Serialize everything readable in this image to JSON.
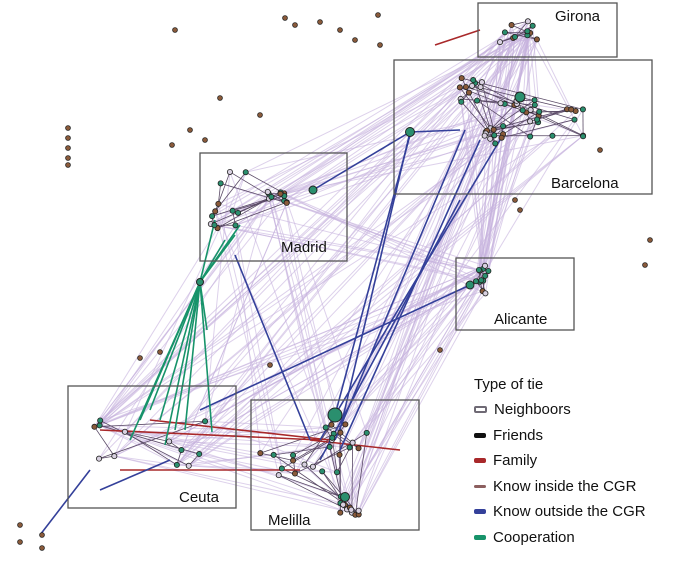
{
  "regions": [
    {
      "name": "Girona"
    },
    {
      "name": "Barcelona"
    },
    {
      "name": "Madrid"
    },
    {
      "name": "Alicante"
    },
    {
      "name": "Ceuta"
    },
    {
      "name": "Melilla"
    }
  ],
  "legend": {
    "title": "Type of tie",
    "items": [
      {
        "label": "Neighboors",
        "color": "#6f6a75"
      },
      {
        "label": "Friends",
        "color": "#111111"
      },
      {
        "label": "Family",
        "color": "#a8282a"
      },
      {
        "label": "Know inside the CGR",
        "color": "#8c5f5f"
      },
      {
        "label": "Know outside the CGR",
        "color": "#34409a"
      },
      {
        "label": "Cooperation",
        "color": "#17936a"
      }
    ]
  },
  "colors": {
    "lavender_edges": "#c7b3de",
    "node_fill_teal": "#2a8f6e",
    "node_fill_brown": "#8a5a3a",
    "node_fill_light": "#d8d0e0"
  }
}
